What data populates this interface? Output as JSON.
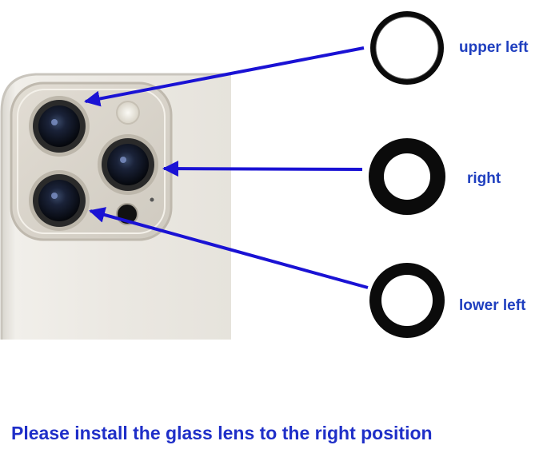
{
  "labels": {
    "upper_left": "upper left",
    "right": "right",
    "lower_left": "lower left"
  },
  "instruction": "Please install the glass lens to the right position",
  "colors": {
    "label_text": "#1f3fbf",
    "instruction_text": "#1f2fc8",
    "arrow": "#1a12d4",
    "lens_ring": "#0b0b0b",
    "phone_body": "#ebe8e2"
  }
}
